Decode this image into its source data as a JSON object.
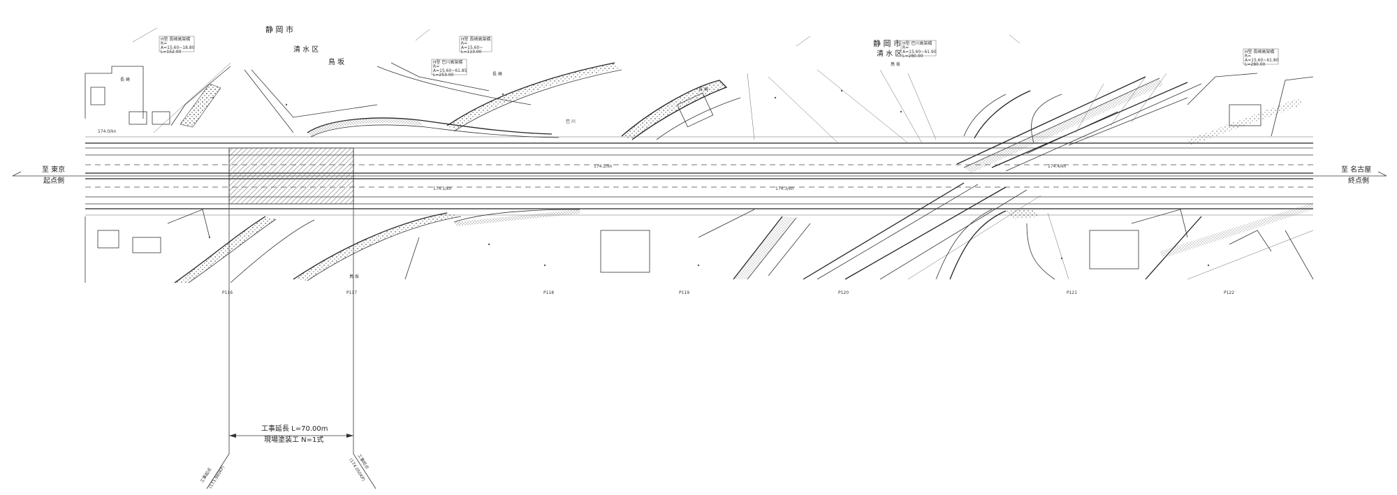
{
  "city_left": "静 岡 市",
  "ward_left": "清 水 区",
  "area_left": "鳥 坂",
  "place_left_top": "長 崎",
  "place_mid_top": "長 崎",
  "place_mid_top2": "長 崎",
  "city_right": "静 岡 市",
  "ward_right": "清 水 区",
  "area_right": "鳥 坂",
  "place_bottom": "鳥 坂",
  "river": "巴 川",
  "dir_left_top": "至 東京",
  "dir_left_bottom": "起点側",
  "dir_right_top": "至 名古屋",
  "dir_right_bottom": "終点側",
  "piers": [
    "P116",
    "P117",
    "P118",
    "P119",
    "P120",
    "P121",
    "P122"
  ],
  "work_length": "工事延長 L=70.00m",
  "work_type": "現場塗装工 N=1式",
  "start_point": "工事起点",
  "start_kp": "(173.980KP)",
  "end_point": "工事終点",
  "end_kp": "(174.050KP)",
  "route_notes": [
    "H型 長崎高架橋\nR=\nA=15.60~18.80\nL=152.00",
    "H型 巴川高架橋\nR=\nA=15.60~61.85\nL=253.00",
    "H型 長崎高架橋\nR=\nA=15.60~\nL=113.00",
    "H型 巴川高架橋\nR=\nA=15.60~61.90\nL=280.00",
    "H型 長崎高架橋\nR=\nA=15.60~61.80\nL=280.00"
  ],
  "kp_labels": [
    "174.0/kn",
    "174.1/kn",
    "174.2/kn",
    "174.3/kn",
    "174.4/kn"
  ],
  "colors": {
    "hatch": "#555555",
    "line": "#333333",
    "background": "#ffffff"
  }
}
